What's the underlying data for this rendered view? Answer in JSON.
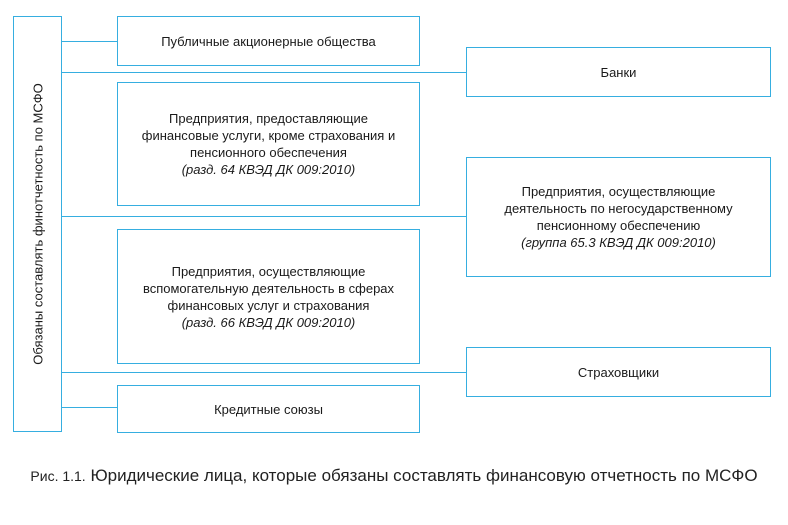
{
  "diagram": {
    "main_label": "Обязаны составлять финотчетность по МСФО",
    "boxes": {
      "public_jsc": {
        "text": "Публичные акционерные общества"
      },
      "banks": {
        "text": "Банки"
      },
      "fin_services": {
        "text": "Предприятия, предоставляющие финансовые услуги, кроме страхования и пенсионного обеспечения",
        "ref": "(разд. 64 КВЭД ДК 009:2010)"
      },
      "pension": {
        "text": "Предприятия, осуществляющие деятельность по негосударственному пенсионному обеспечению",
        "ref": "(группа 65.3 КВЭД ДК 009:2010)"
      },
      "auxiliary": {
        "text": "Предприятия, осуществляющие вспомогательную деятельность в сферах финансовых услуг и страхования",
        "ref": "(разд. 66 КВЭД ДК 009:2010)"
      },
      "insurers": {
        "text": "Страховщики"
      },
      "credit_unions": {
        "text": "Кредитные союзы"
      }
    },
    "colors": {
      "border": "#36aee0"
    }
  },
  "caption": {
    "prefix": "Рис. 1.1.",
    "text": "Юридические лица, которые обязаны составлять финансовую отчетность по МСФО"
  }
}
